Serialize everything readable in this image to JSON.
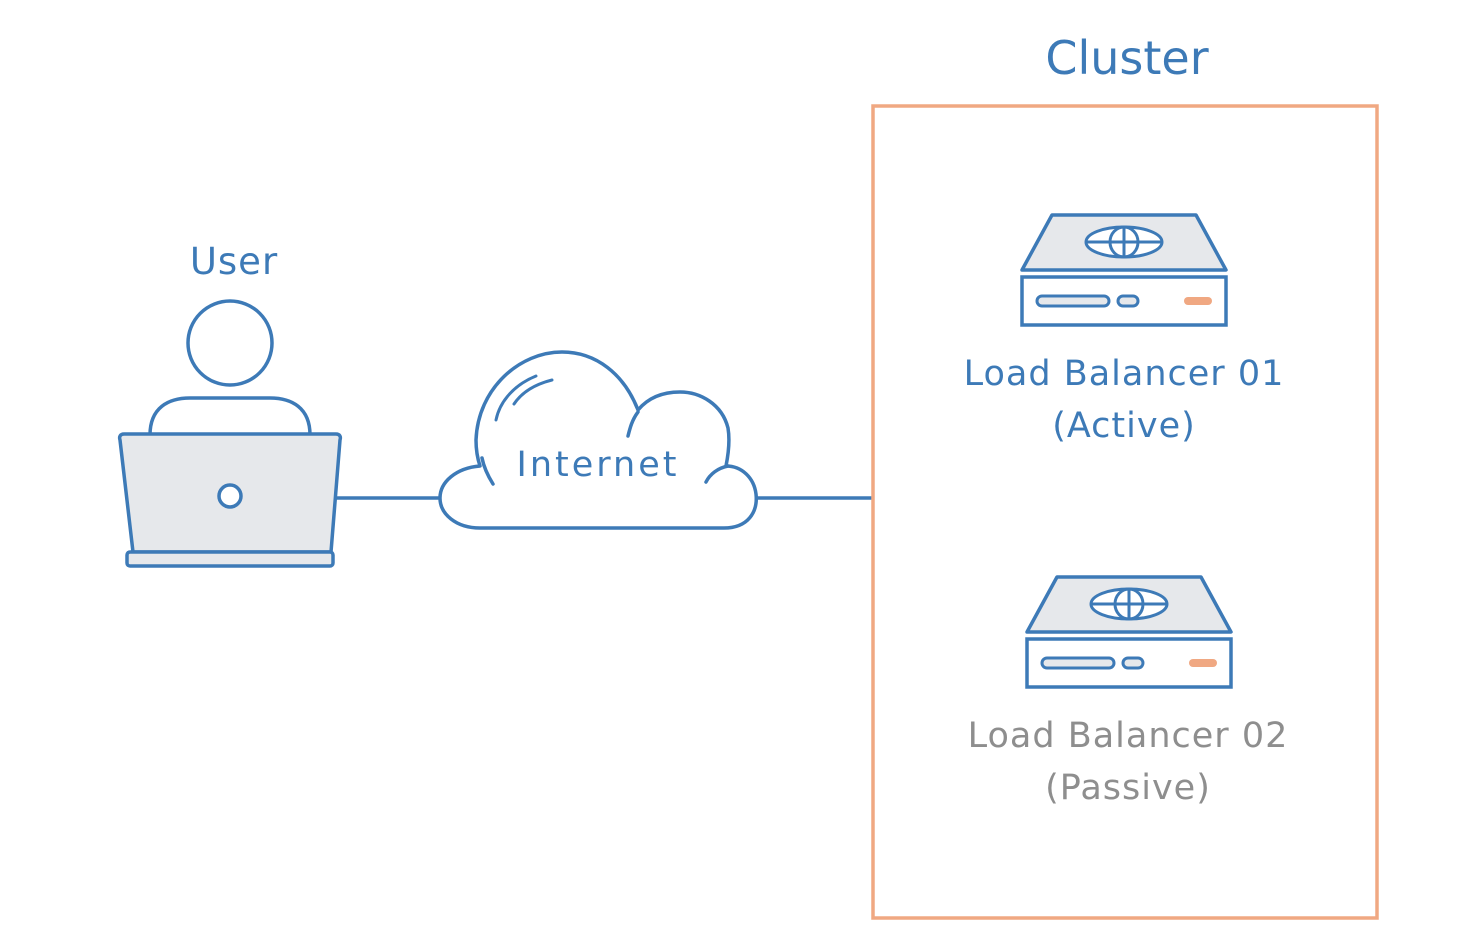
{
  "diagram": {
    "cluster": {
      "title": "Cluster"
    },
    "user": {
      "label": "User"
    },
    "internet": {
      "label": "Internet"
    },
    "load_balancer_1": {
      "line1": "Load Balancer 01",
      "line2": "(Active)"
    },
    "load_balancer_2": {
      "line1": "Load Balancer 02",
      "line2": "(Passive)"
    }
  },
  "colors": {
    "primary_blue": "#3d7ab7",
    "cluster_border": "#f0a882",
    "device_fill": "#e6e8eb",
    "passive_text": "#8e8e8e",
    "status_led": "#f0a882"
  }
}
